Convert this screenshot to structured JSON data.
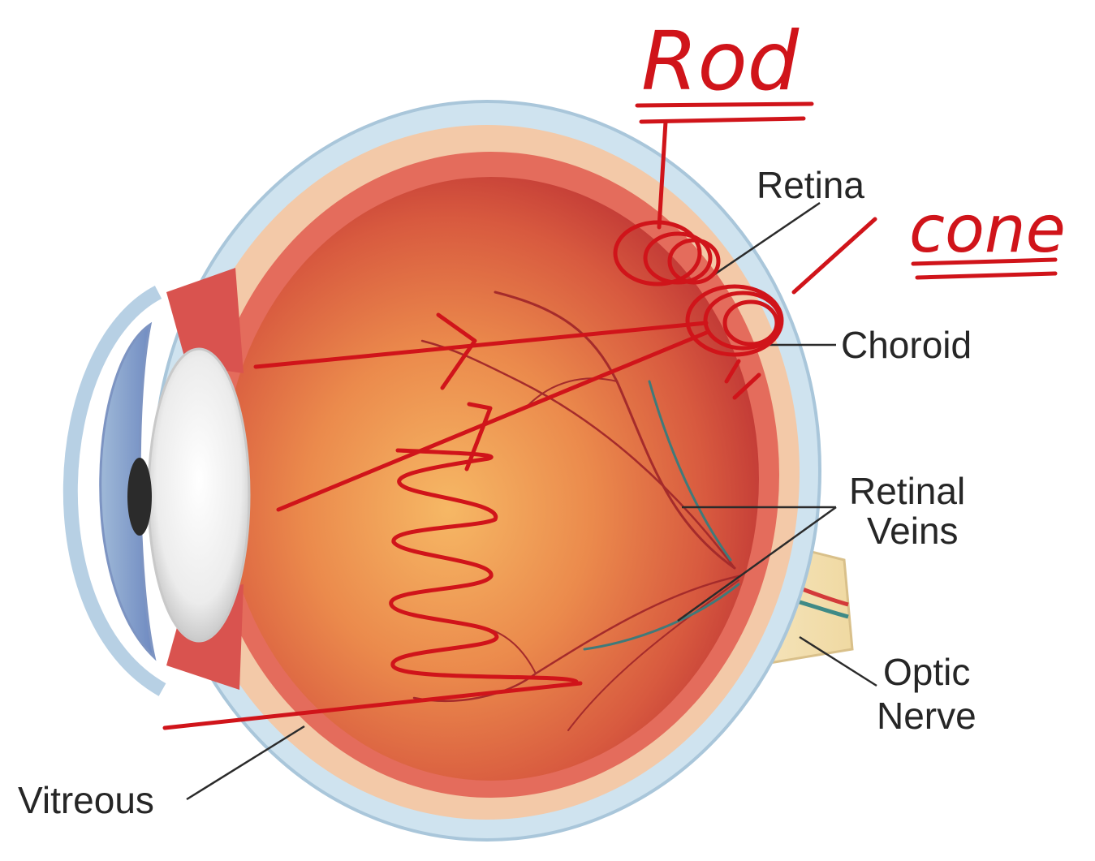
{
  "labels": {
    "retina": "Retina",
    "choroid": "Choroid",
    "retinal_veins_line1": "Retinal",
    "retinal_veins_line2": "Veins",
    "optic_nerve_line1": "Optic",
    "optic_nerve_line2": "Nerve",
    "vitreous": "Vitreous"
  },
  "handwritten": {
    "rod": "Rod",
    "cone": "cone"
  },
  "colors": {
    "annotation_ink": "#d0141a",
    "label_text": "#262626",
    "vitreous_center": "#f4a85a",
    "vitreous_edge": "#c8403a",
    "sclera": "#cfe3ef",
    "lens": "#f2f2f2",
    "nerve": "#f1deb0"
  }
}
